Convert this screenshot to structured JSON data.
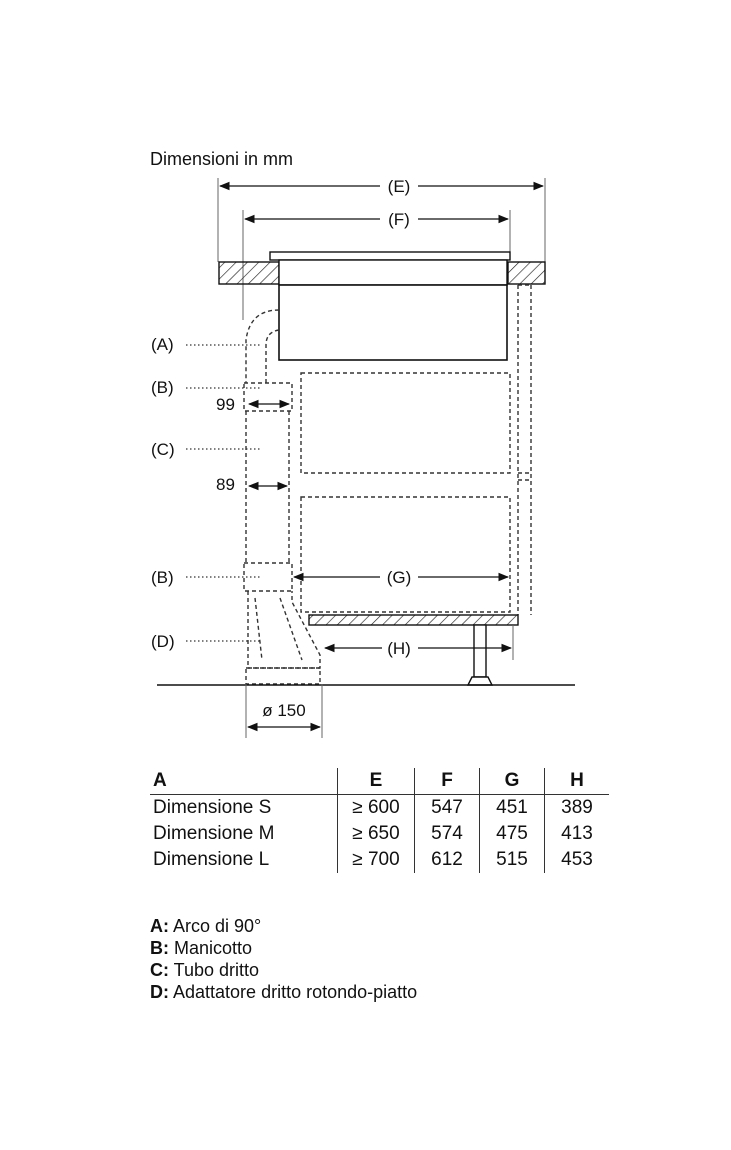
{
  "title": "Dimensioni in mm",
  "labels": {
    "E": "(E)",
    "F": "(F)",
    "G": "(G)",
    "H": "(H)",
    "A": "(A)",
    "B1": "(B)",
    "B2": "(B)",
    "C": "(C)",
    "D": "(D)",
    "dim99": "99",
    "dim89": "89",
    "diameter": "ø 150"
  },
  "table": {
    "headers": [
      "A",
      "E",
      "F",
      "G",
      "H"
    ],
    "rows": [
      [
        "Dimensione S",
        "≥ 600",
        "547",
        "451",
        "389"
      ],
      [
        "Dimensione M",
        "≥ 650",
        "574",
        "475",
        "413"
      ],
      [
        "Dimensione L",
        "≥ 700",
        "612",
        "515",
        "453"
      ]
    ]
  },
  "legend": [
    {
      "key": "A:",
      "text": " Arco di 90°"
    },
    {
      "key": "B:",
      "text": " Manicotto"
    },
    {
      "key": "C:",
      "text": " Tubo dritto"
    },
    {
      "key": "D:",
      "text": " Adattatore dritto rotondo-piatto"
    }
  ]
}
